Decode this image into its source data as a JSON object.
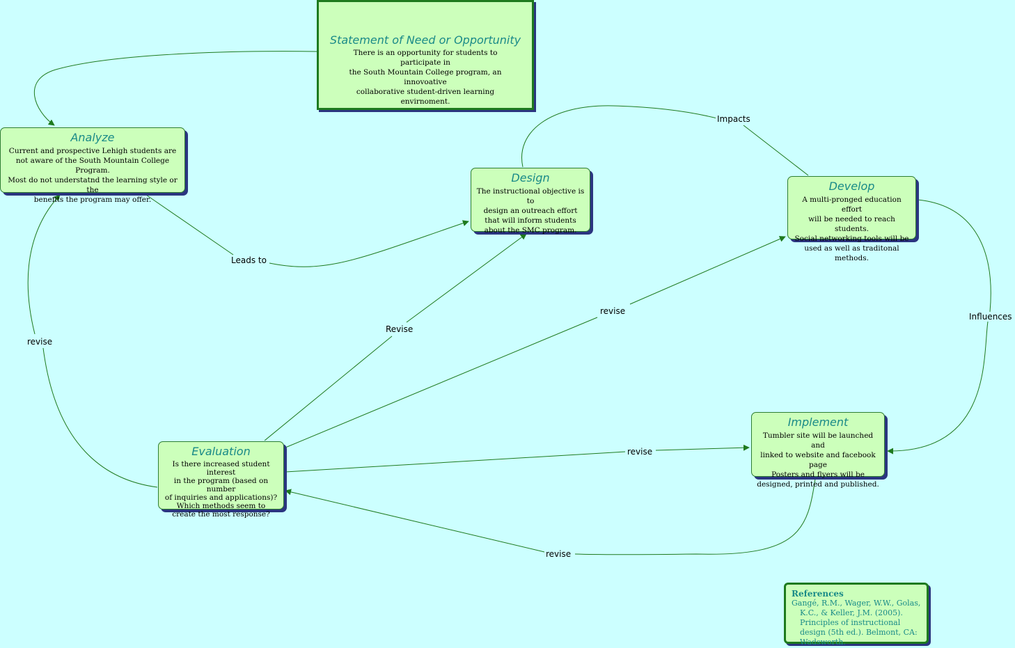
{
  "statement": {
    "title": "Statement of Need or Opportunity",
    "text": "There is an opportunity for students to participate in\nthe South Mountain College program, an innovoative\ncollaborative student-driven learning envirnoment."
  },
  "nodes": {
    "analyze": {
      "title": "Analyze",
      "text": "Current and prospective Lehigh students are\nnot aware of the South Mountain College Program.\nMost do not understatnd the learning style or the\nbenefits the program may offer."
    },
    "design": {
      "title": "Design",
      "text": "The instructional objective is to\ndesign an outreach effort\nthat will inform students\nabout the SMC program."
    },
    "develop": {
      "title": "Develop",
      "text": "A multi-pronged education effort\nwill be needed to reach students.\nSocial networking tools will be\nused as well as traditonal methods."
    },
    "implement": {
      "title": "Implement",
      "text": "Tumbler site will be launched and\nlinked to website and facebook page\nPosters and flyers will be\ndesigned, printed and published."
    },
    "evaluation": {
      "title": "Evaluation",
      "text": "Is there increased student interest\nin the program (based on number\nof inquiries and applications)?\nWhich methods seem to\ncreate the most response?"
    }
  },
  "links": {
    "leads_to": "Leads to",
    "impacts": "Impacts",
    "influences": "Influences",
    "revise_analyze": "revise",
    "revise_design": "Revise",
    "revise_develop": "revise",
    "revise_implement": "revise",
    "revise_evaluation": "revise"
  },
  "references": {
    "title": "References",
    "text": "Gangé, R.M., Wager, W.W., Golas, K.C., & Keller, J.M. (2005). Principles of instructional design (5th ed.). Belmont, CA: Wadsworth."
  },
  "colors": {
    "background": "#ccffff",
    "node_fill": "#ccffbb",
    "title_text": "#1a8a88",
    "link": "#1e7a1e",
    "shadow": "#2b3580"
  }
}
